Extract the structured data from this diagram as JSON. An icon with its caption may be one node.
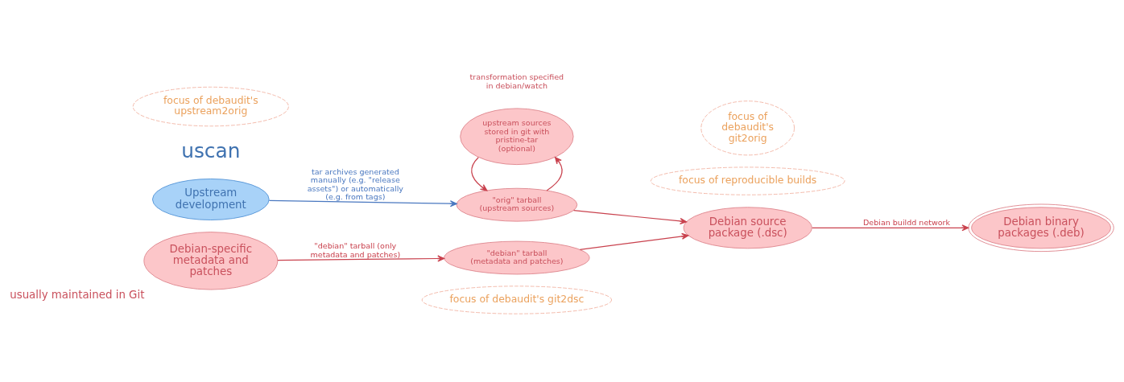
{
  "diagram": {
    "nodes": [
      {
        "text": [
          "upstream sources stored in git with pristine-tar (optional)"
        ]
      },
      {
        "text": [
          "Upstream development"
        ]
      },
      {
        "text": [
          "focus of debaudit's upstream2orig"
        ]
      },
      {
        "text": [
          "focus of debaudit's git2orig"
        ]
      },
      {
        "text": [
          "focus of reproducible builds"
        ]
      },
      {
        "text": [
          "\"orig\" tarball (upstream sources)"
        ]
      },
      {
        "text": [
          "Debian source package (.dsc)"
        ]
      },
      {
        "text": [
          "Debian binary packages (.deb)"
        ]
      },
      {
        "text": [
          "\"debian\" tarball (metadata and patches)"
        ]
      },
      {
        "text": [
          "focus of debaudit's git2dsc"
        ]
      },
      {
        "text": [
          "Debian-specific metadata and patches"
        ],
        "beside": [
          "usually maintained in Git"
        ]
      }
    ],
    "edges": [
      {
        "from": 1,
        "to": 5,
        "arrow": "to",
        "label": "tar archives generated manually (e.g. \"release assets\") or automatically (e.g. from tags)",
        "color": "#4a78c0"
      },
      {
        "from": 5,
        "to": 0,
        "arrow": "to"
      },
      {
        "from": 0,
        "to": 5,
        "arrow": "to"
      },
      {
        "from": 5,
        "to": 6,
        "arrow": "to"
      },
      {
        "from": 8,
        "to": 6,
        "arrow": "to"
      },
      {
        "from": 10,
        "to": 8,
        "arrow": "to",
        "label": "\"debian\" tarball (only metadata and patches)"
      },
      {
        "from": 6,
        "to": 7,
        "arrow": "to",
        "label": "Debian buildd network"
      }
    ],
    "labels": [
      "transformation specified in debian/watch",
      "uscan"
    ]
  }
}
